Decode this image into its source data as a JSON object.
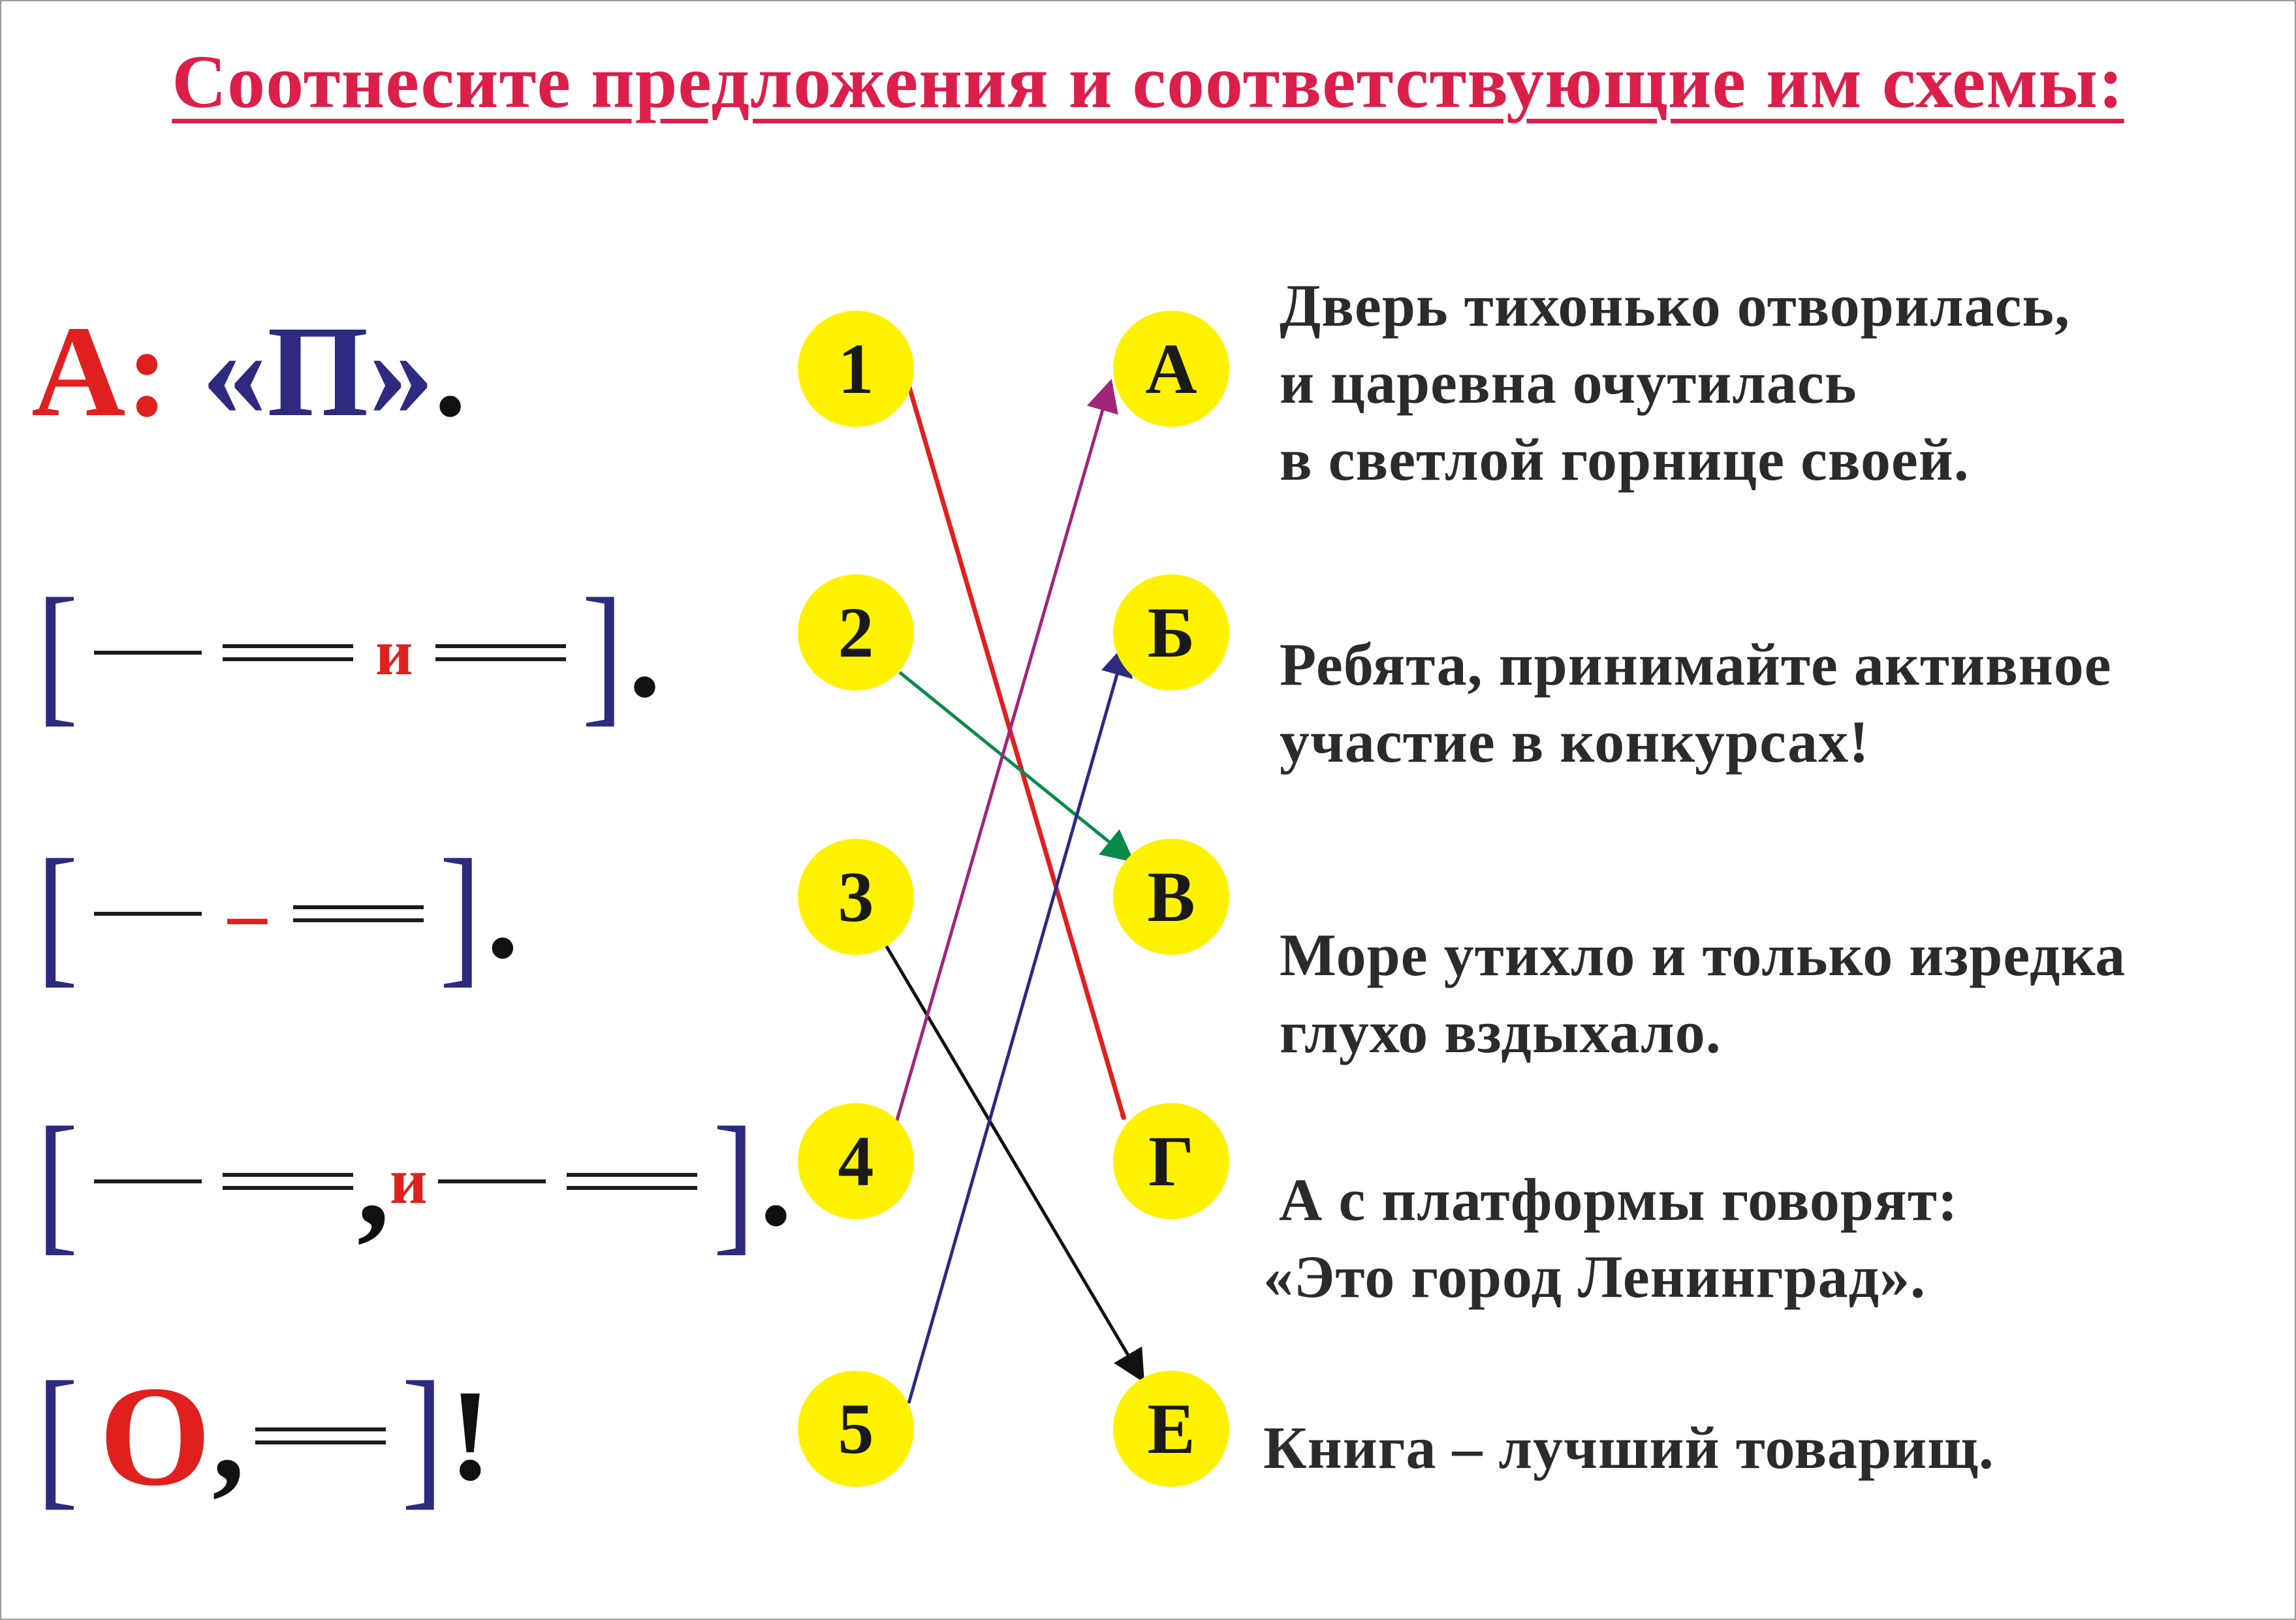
{
  "title": "Соотнесите предложения  и соответствующие им схемы:",
  "schemes": [
    {
      "letter": "А",
      "colon": ":",
      "lq": "«",
      "p": "П",
      "rq": "»",
      "end": "."
    },
    {
      "conj": "и",
      "end": "."
    },
    {
      "dash": "–",
      "end": "."
    },
    {
      "comma": ",",
      "conj": "и",
      "end": "."
    },
    {
      "letter": "О",
      "comma": ",",
      "end": "!"
    }
  ],
  "numbers": [
    "1",
    "2",
    "3",
    "4",
    "5"
  ],
  "letters": [
    "А",
    "Б",
    "В",
    "Г",
    "Е"
  ],
  "sentences": [
    {
      "lines": [
        "Дверь тихонько отворилась,",
        "и царевна очутилась",
        "в светлой горнице своей."
      ]
    },
    {
      "lines": [
        "Ребята, принимайте активное",
        "участие в конкурсах!"
      ]
    },
    {
      "lines": [
        "Море утихло и только изредка",
        "глухо вздыхало."
      ]
    },
    {
      "lines": [
        " А с платформы говорят:",
        "«Это город Ленинград»."
      ]
    },
    {
      "lines": [
        "Книга – лучший товарищ."
      ]
    }
  ],
  "connections": [
    {
      "from": "1",
      "to": "Г",
      "color": "#e0201f"
    },
    {
      "from": "2",
      "to": "В",
      "color": "#0a8a4a"
    },
    {
      "from": "3",
      "to": "Е",
      "color": "#111111"
    },
    {
      "from": "4",
      "to": "А",
      "color": "#a0267a"
    },
    {
      "from": "5",
      "to": "Б",
      "color": "#2d2a7f"
    }
  ]
}
